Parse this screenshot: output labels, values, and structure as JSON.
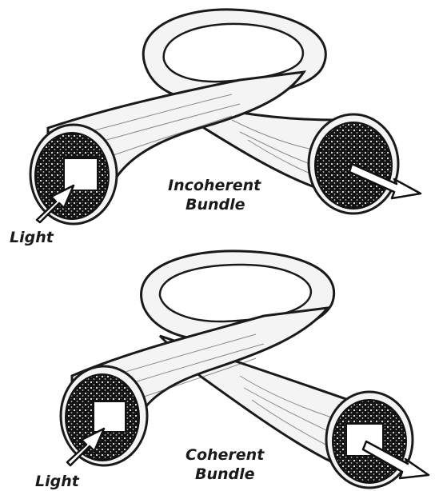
{
  "incoherent": {
    "label_line1": "Incoherent",
    "label_line2": "Bundle",
    "input_label": "Light"
  },
  "coherent": {
    "label_line1": "Coherent",
    "label_line2": "Bundle",
    "input_label": "Light"
  }
}
